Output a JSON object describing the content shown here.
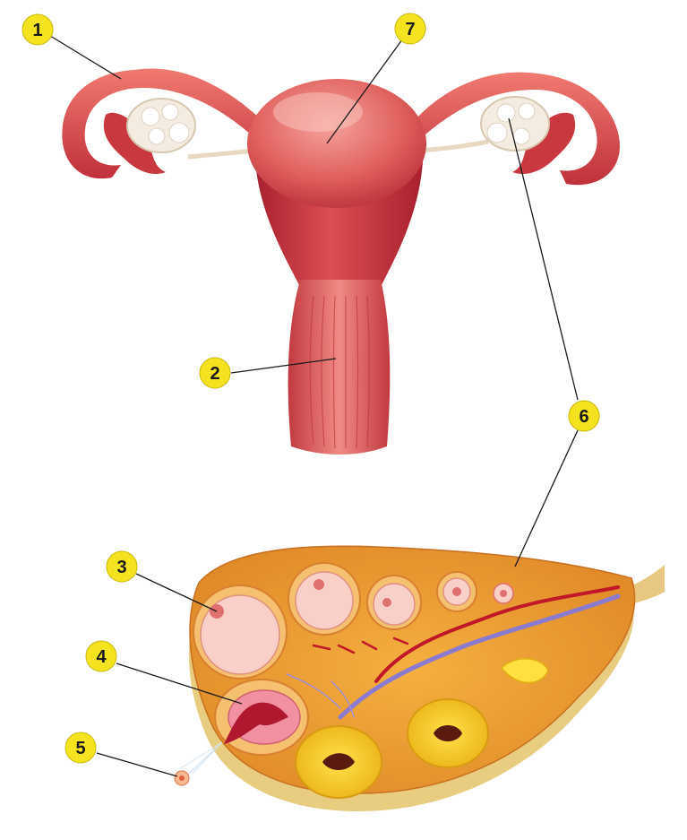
{
  "diagram": {
    "labels": [
      {
        "id": "1",
        "text": "1"
      },
      {
        "id": "2",
        "text": "2"
      },
      {
        "id": "3",
        "text": "3"
      },
      {
        "id": "4",
        "text": "4"
      },
      {
        "id": "5",
        "text": "5"
      },
      {
        "id": "6",
        "text": "6"
      },
      {
        "id": "7",
        "text": "7"
      }
    ],
    "colors": {
      "badge": "#f5e320",
      "leader": "#1a1a1a",
      "tissue": "#d9404a",
      "ovary": "#f0a032",
      "corpus": "#f5c81e"
    }
  }
}
